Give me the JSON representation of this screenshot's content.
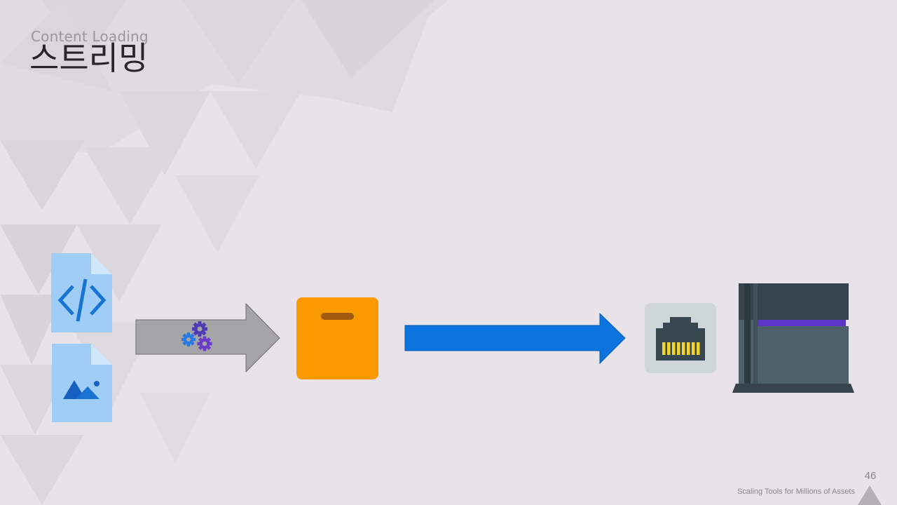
{
  "slide": {
    "supertitle": "Content Loading",
    "title": "스트리밍",
    "page_number": "46",
    "footer": "Scaling Tools for Millions of Assets"
  },
  "diagram": {
    "nodes": [
      {
        "id": "code-file",
        "icon": "code-file-icon"
      },
      {
        "id": "image-file",
        "icon": "image-file-icon"
      },
      {
        "id": "build-process",
        "icon": "gears-icon"
      },
      {
        "id": "package",
        "icon": "package-box-icon"
      },
      {
        "id": "network-port",
        "icon": "ethernet-port-icon"
      },
      {
        "id": "console",
        "icon": "game-console-icon"
      }
    ],
    "edges": [
      {
        "from": "files",
        "to": "package",
        "icon": "gray-arrow"
      },
      {
        "from": "package",
        "to": "network-port",
        "icon": "blue-arrow"
      }
    ],
    "colors": {
      "file": "#9fcdf6",
      "file_fold": "#cfe6fb",
      "file_glyph": "#1874d2",
      "gray_arrow": "#a5a4a6",
      "blue_arrow": "#0b74de",
      "package": "#fb9a00",
      "package_handle": "#a05a10",
      "port_bg": "#cfd6da",
      "port_body": "#37474f",
      "port_pins": "#f2d431",
      "console_top": "#36454d",
      "console_body": "#4d616b",
      "console_stripe": "#5b35c9",
      "gear_blue": "#2979e4",
      "gear_purple": "#6a3ac8"
    }
  }
}
